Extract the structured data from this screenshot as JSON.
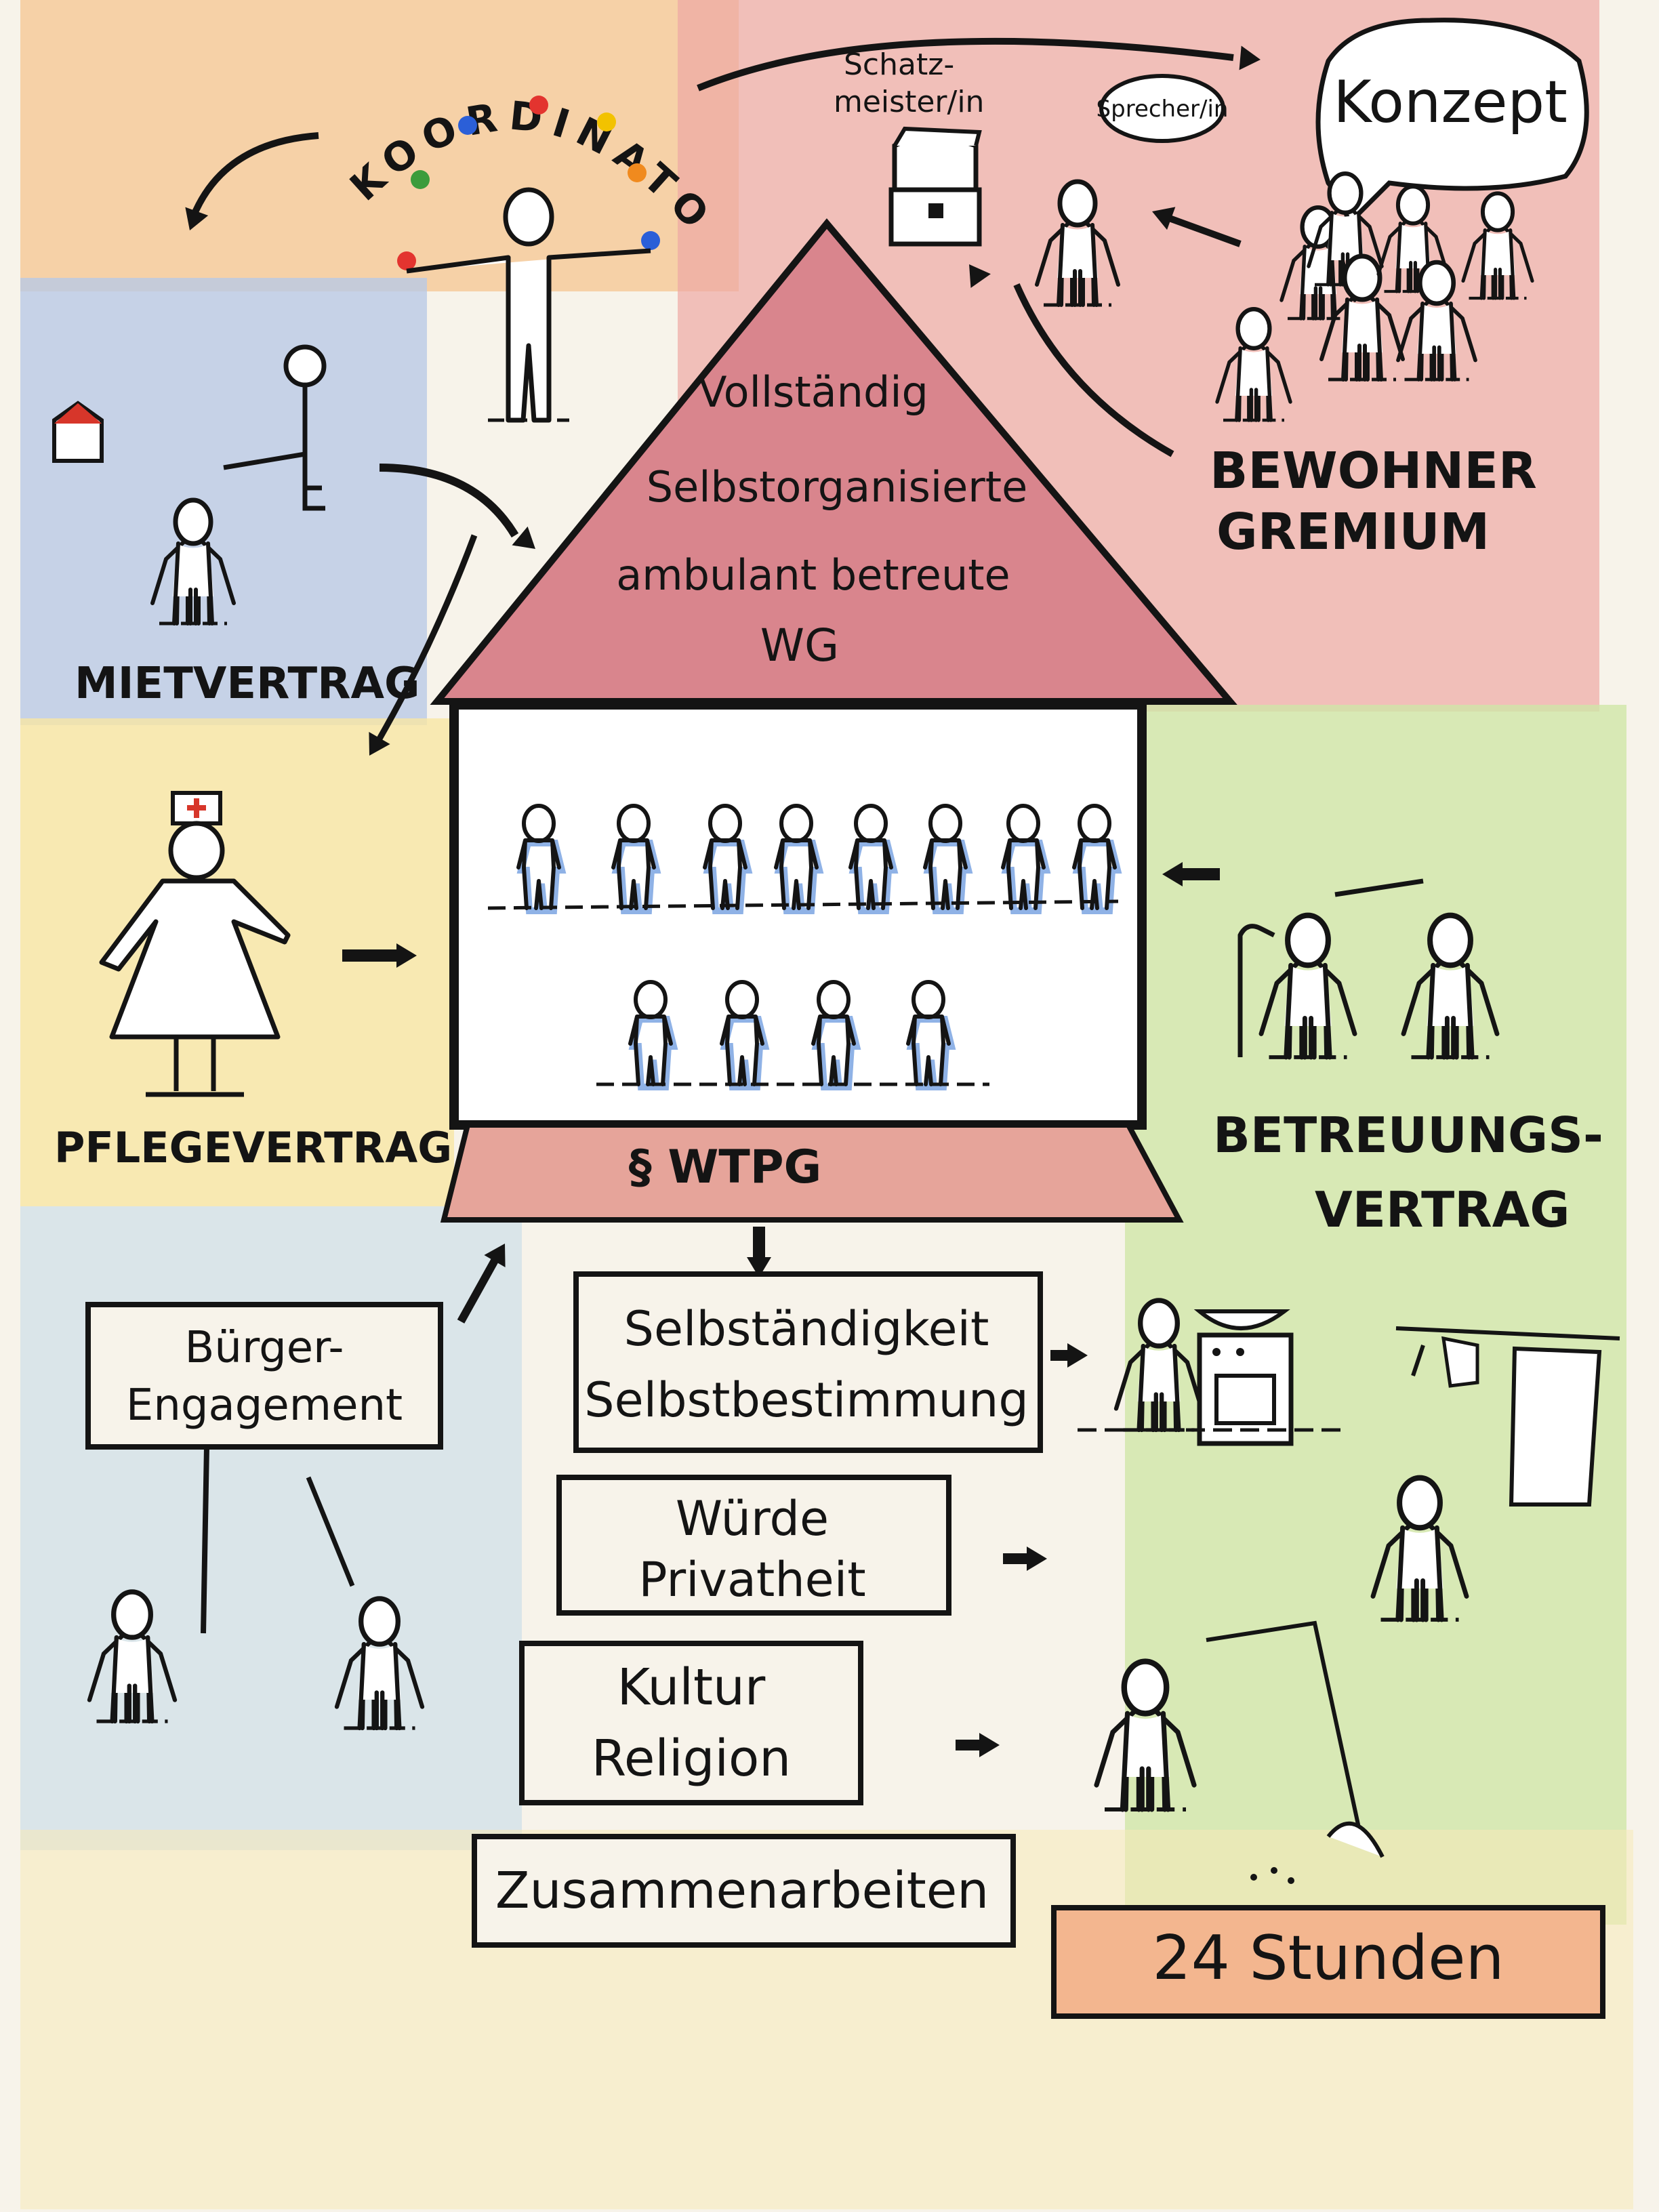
{
  "koordinator": {
    "title": "KOORDINATOR:in"
  },
  "schatzmeister": {
    "label_line1": "Schatz-",
    "label_line2": "meister/in"
  },
  "sprecher": {
    "label": "Sprecher/in"
  },
  "konzept": {
    "label": "Konzept"
  },
  "gremium": {
    "label_line1": "BEWOHNER",
    "label_line2": "GREMIUM"
  },
  "house": {
    "roof_line1": "Vollständig",
    "roof_line2": "Selbstorganisierte",
    "roof_line3": "ambulant betreute",
    "roof_line4": "WG",
    "base_label": "§ WTPG"
  },
  "mietvertrag": {
    "label": "MIETVERTRAG"
  },
  "pflegevertrag": {
    "label": "PFLEGEVERTRAG"
  },
  "betreuungsvertrag": {
    "label_line1": "BETREUUNGS-",
    "label_line2": "VERTRAG"
  },
  "buerger": {
    "label_line1": "Bürger-",
    "label_line2": "Engagement"
  },
  "values": [
    {
      "line1": "Selbständigkeit",
      "line2": "Selbstbestimmung"
    },
    {
      "line1": "Würde",
      "line2": "Privatheit"
    },
    {
      "line1": "Kultur",
      "line2": "Religion"
    },
    {
      "line1": "Zusammenarbeiten",
      "line2": ""
    }
  ],
  "stunden": {
    "label": "24 Stunden"
  },
  "colors": {
    "orange": "#f6c690",
    "red": "#eea8a4",
    "blue": "#b9c9e6",
    "yellow": "#f8e6a4",
    "green": "#cfe6a8",
    "roof": "#d9858d",
    "ink": "#141414"
  }
}
